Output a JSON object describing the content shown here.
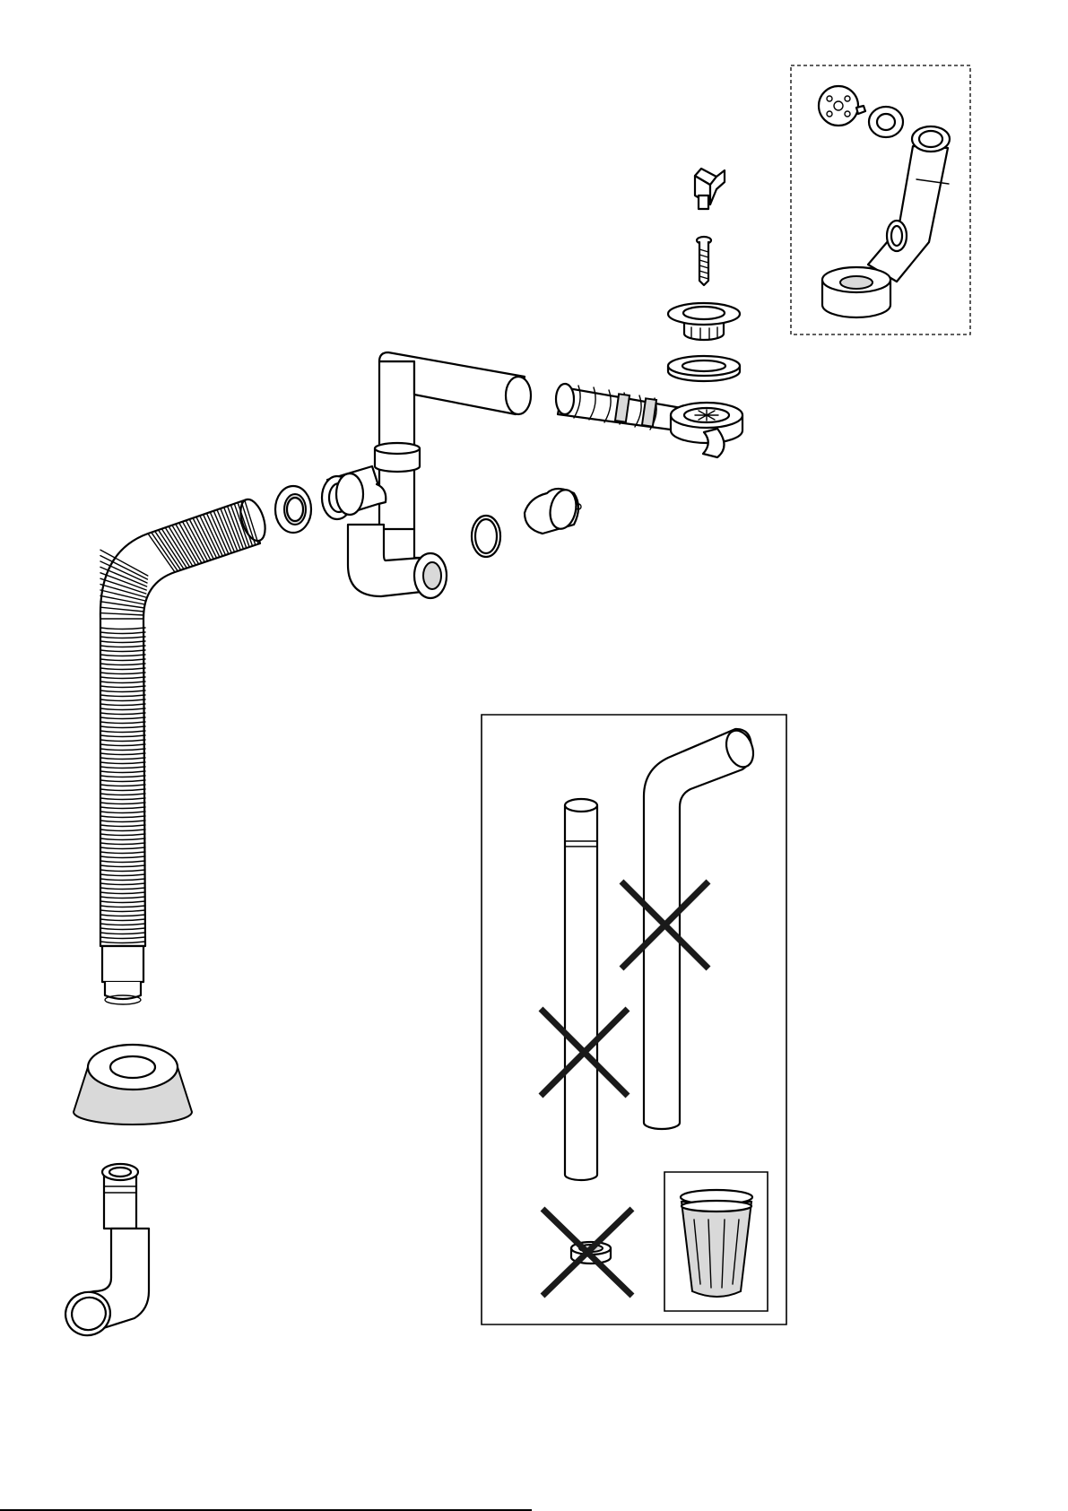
{
  "diagram": {
    "parts": [
      "connection-key",
      "screw",
      "strainer-flange",
      "sealing-ring",
      "overflow-hose-with-outlet",
      "siphon-body",
      "nut-washer",
      "conical-washer",
      "dome-cap",
      "corrugated-hose",
      "floor-rosette",
      "elbow-connector"
    ],
    "inset_views": [
      "alternative-drain-set",
      "not-to-use-items"
    ],
    "icons": [
      "x-mark-icon",
      "trash-bin-icon"
    ]
  }
}
